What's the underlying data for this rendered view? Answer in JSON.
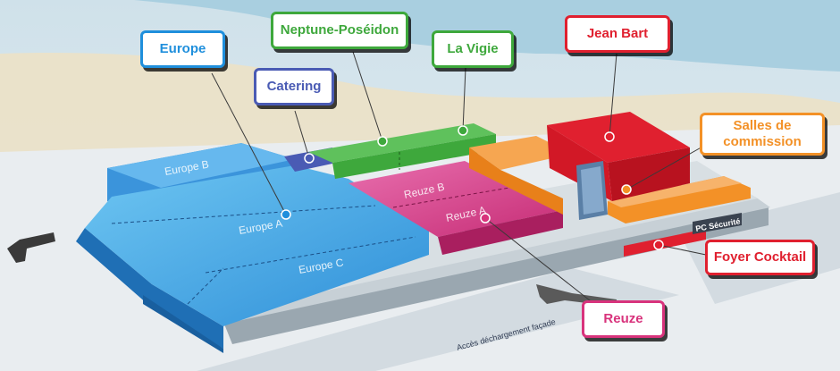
{
  "colors": {
    "europe": "#1f8fdc",
    "catering": "#4a5bb4",
    "neptune": "#3ea83c",
    "vigie": "#3ea83c",
    "jean_bart": "#e0202f",
    "salles": "#f39127",
    "foyer": "#e0202f",
    "reuze": "#d8337c"
  },
  "labels": {
    "europe": "Europe",
    "catering": "Catering",
    "neptune": "Neptune-Poséidon",
    "vigie": "La Vigie",
    "jean_bart": "Jean Bart",
    "salles": "Salles de commission",
    "foyer": "Foyer Cocktail",
    "reuze": "Reuze"
  },
  "map_text": {
    "europe_b": "Europe B",
    "europe_a": "Europe A",
    "europe_c": "Europe C",
    "reuze_b": "Reuze B",
    "reuze_a": "Reuze A",
    "pc_securite": "PC Sécurité",
    "acces": "Accès déchargement façade"
  }
}
